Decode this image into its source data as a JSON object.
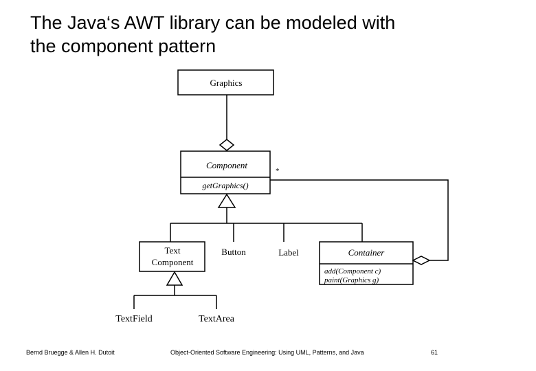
{
  "title": {
    "line1": "The Java‘s AWT library can be modeled with",
    "line2": "the component pattern"
  },
  "diagram": {
    "classes": {
      "graphics": "Graphics",
      "component": "Component",
      "component_method": "getGraphics()",
      "text_component_line1": "Text",
      "text_component_line2": "Component",
      "button": "Button",
      "label": "Label",
      "container": "Container",
      "container_method1": "add(Component c)",
      "container_method2": "paint(Graphics g)",
      "text_field": "TextField",
      "text_area": "TextArea"
    },
    "multiplicity": "*",
    "colors": {
      "stroke": "#000000",
      "fill": "#ffffff"
    }
  },
  "footer": {
    "authors": "Bernd Bruegge & Allen H. Dutoit",
    "course": "Object-Oriented Software Engineering: Using UML, Patterns, and Java",
    "page": "61"
  }
}
